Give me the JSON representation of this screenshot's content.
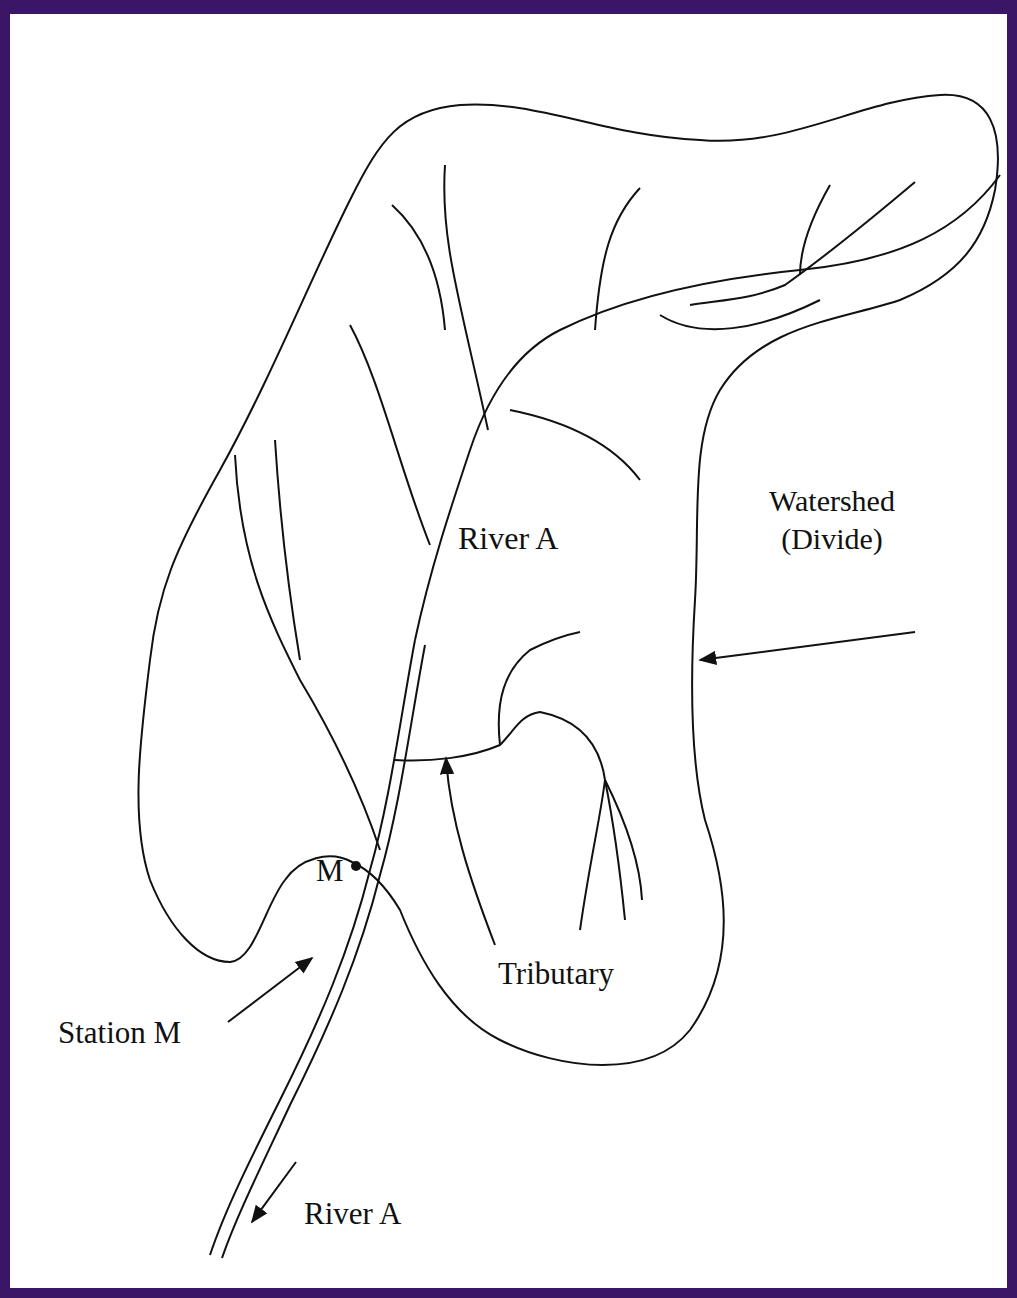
{
  "diagram": {
    "labels": [
      "River A",
      "Watershed (Divide)",
      "Tributary",
      "M",
      "Station M",
      "River A"
    ]
  }
}
